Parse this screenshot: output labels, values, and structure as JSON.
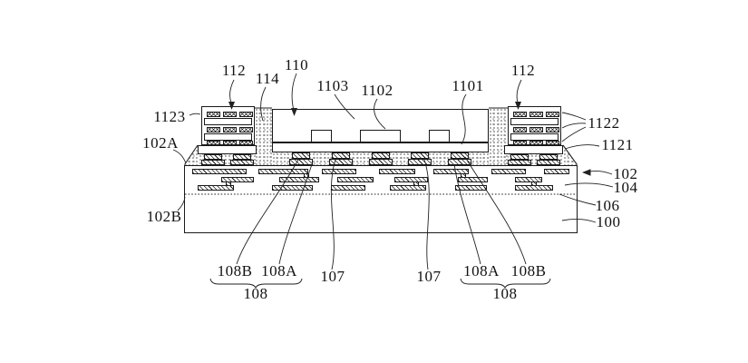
{
  "figure": {
    "kind": "patent cross-section drawing of semiconductor package",
    "colors": {
      "line": "#1a1a1a",
      "background": "#ffffff"
    }
  },
  "labels": {
    "top": {
      "l112_left": "112",
      "l114": "114",
      "l110": "110",
      "l1103": "1103",
      "l1102": "1102",
      "l1101": "1101",
      "l112_right": "112"
    },
    "left": {
      "l1123": "1123",
      "l102a": "102A",
      "l102b": "102B"
    },
    "right": {
      "l1122": "1122",
      "l1121": "1121",
      "l102": "102",
      "l104": "104",
      "l106": "106",
      "l100": "100"
    },
    "bottom": {
      "l108b_left": "108B",
      "l108a_left": "108A",
      "l108_left": "108",
      "l107_left": "107",
      "l107_right": "107",
      "l108a_right": "108A",
      "l108b_right": "108B",
      "l108_right": "108"
    }
  }
}
